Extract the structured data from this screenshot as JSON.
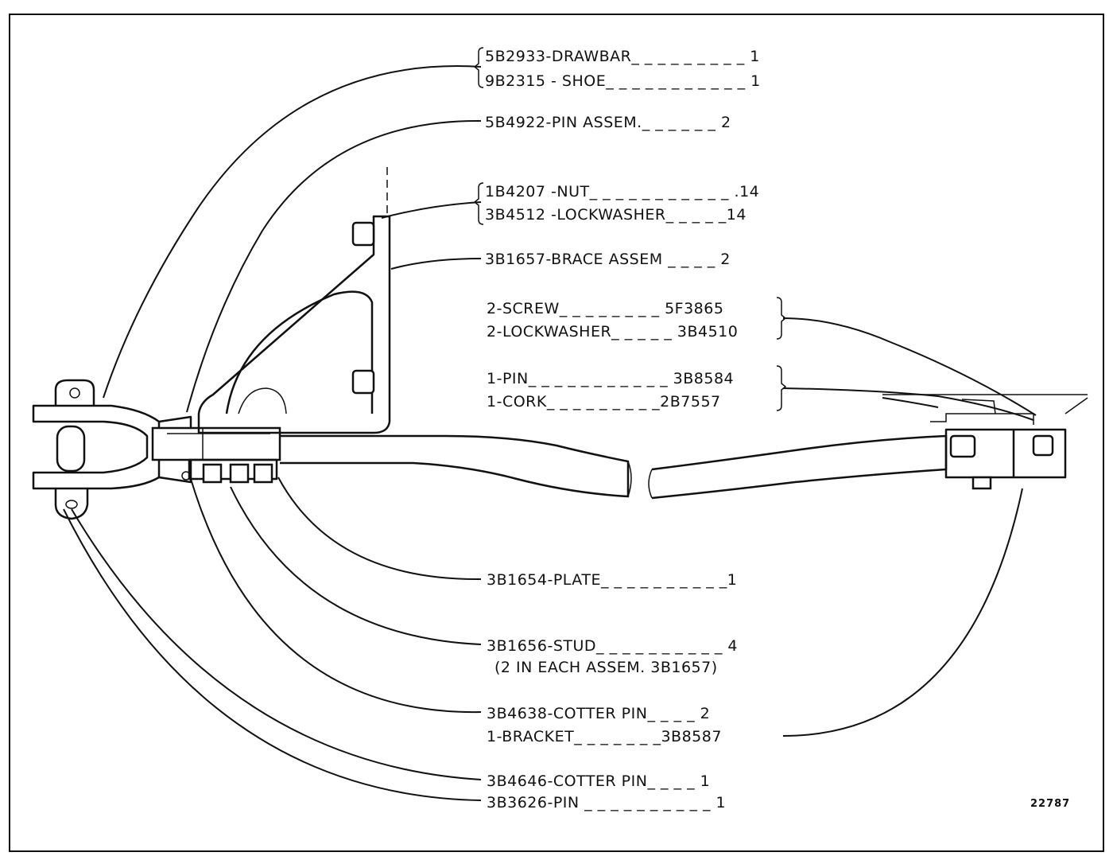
{
  "labels": {
    "drawbar": "5B2933-DRAWBAR_ _ _ _ _ _ _ _ _ 1",
    "shoe": "9B2315 - SHOE_ _ _ _ _ _ _ _ _ _ _ 1",
    "pin_assem": "5B4922-PIN ASSEM._ _ _ _ _ _ 2",
    "nut": "1B4207 -NUT_ _ _ _ _ _ _ _ _ _ _ .14",
    "lockwasher_14": "3B4512 -LOCKWASHER_ _ _ _ _14",
    "brace_assem": "3B1657-BRACE ASSEM _ _ _ _ 2",
    "screw": "2-SCREW_ _ _ _ _ _ _ _ 5F3865",
    "lockwasher_2": "2-LOCKWASHER_ _ _ _ _ 3B4510",
    "pin_1": "1-PIN_ _ _ _ _ _ _ _ _ _ _ 3B8584",
    "cork": "1-CORK_ _ _ _ _ _ _ _ _2B7557",
    "plate": "3B1654-PLATE_ _ _ _ _ _ _ _ _ _1",
    "stud": "3B1656-STUD_ _ _ _ _ _ _ _ _ _ 4",
    "stud_note": "(2 IN EACH ASSEM. 3B1657)",
    "cotter_pin_2": "3B4638-COTTER PIN_ _ _ _ 2",
    "bracket": "1-BRACKET_ _ _ _ _ _ _3B8587",
    "cotter_pin_1": "3B4646-COTTER PIN_ _ _ _ 1",
    "pin_3626": "3B3626-PIN _ _ _ _ _ _ _ _ _ _ 1"
  },
  "figure_number": "22787",
  "colors": {
    "ink": "#111111",
    "paper": "#ffffff"
  }
}
